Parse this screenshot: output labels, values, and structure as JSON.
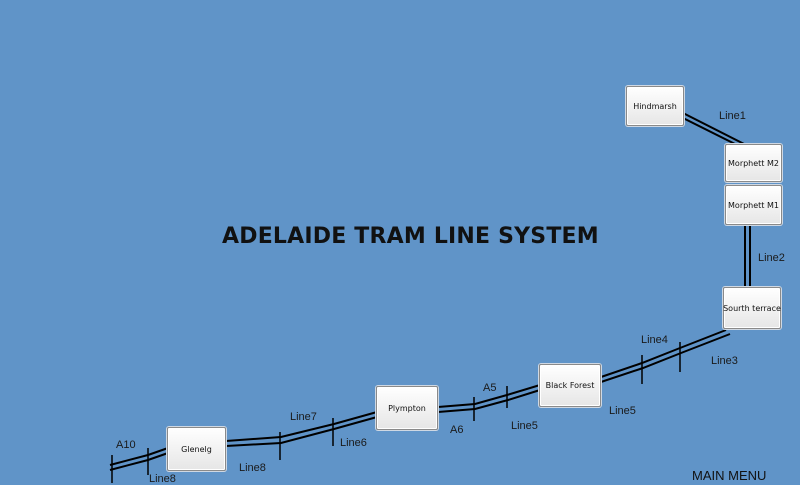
{
  "title": "ADELAIDE TRAM LINE SYSTEM",
  "main_menu_label": "MAIN MENU",
  "stations": {
    "hindmarsh": "Hindmarsh",
    "morphett_m2": "Morphett M2",
    "morphett_m1": "Morphett M1",
    "south_terrace": "Sourth terrace",
    "black_forest": "Black Forest",
    "plympton": "Plympton",
    "glenelg": "Glenelg"
  },
  "labels": {
    "line1": "Line1",
    "line2": "Line2",
    "line3": "Line3",
    "line4": "Line4",
    "line5_a": "Line5",
    "line5_b": "Line5",
    "a5": "A5",
    "a6": "A6",
    "line6": "Line6",
    "line7": "Line7",
    "line8_a": "Line8",
    "line8_b": "Line8",
    "a10": "A10"
  }
}
